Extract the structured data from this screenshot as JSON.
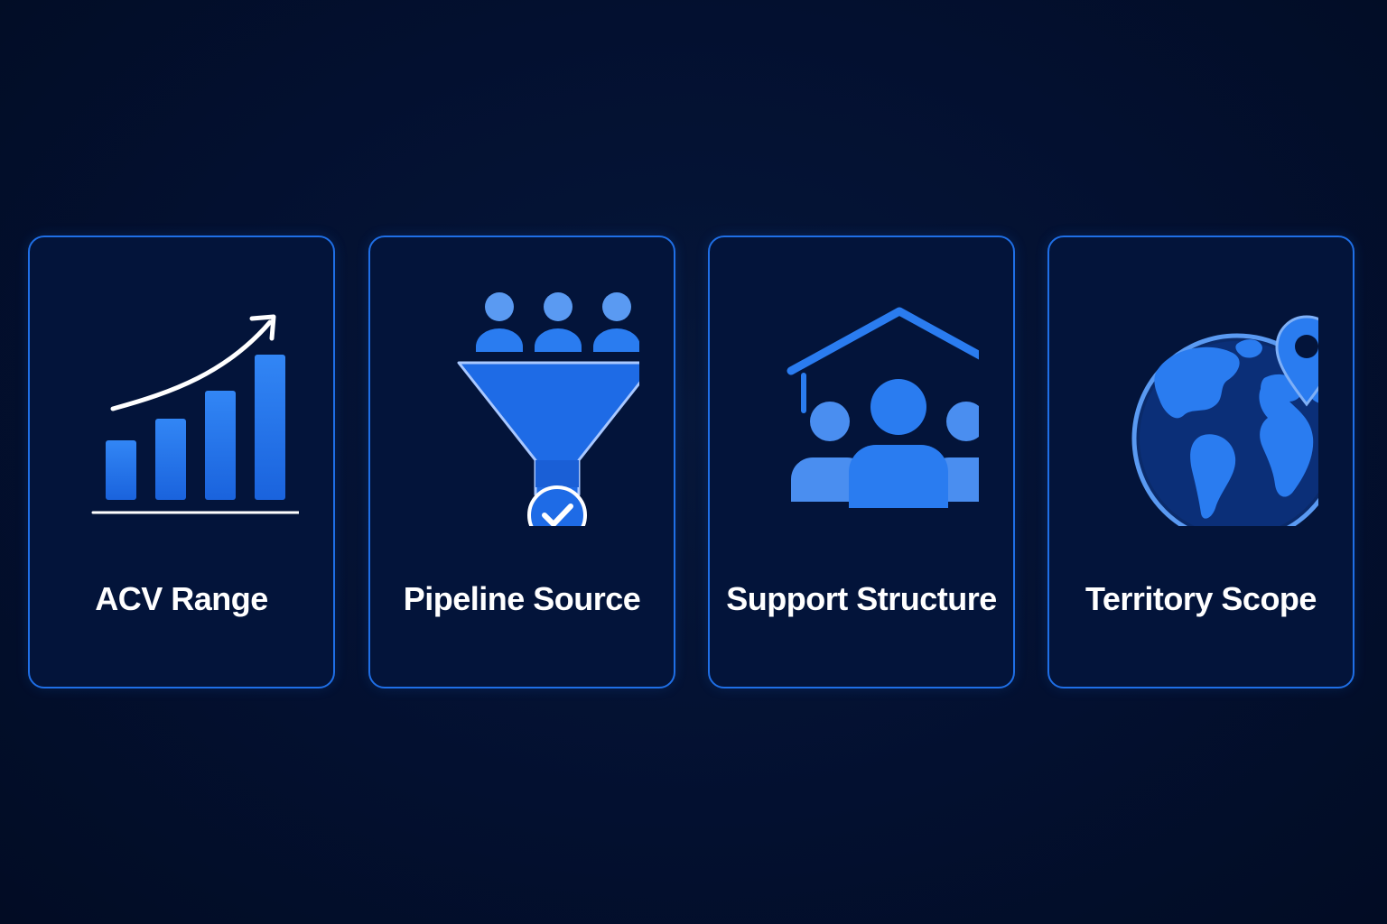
{
  "colors": {
    "background": "#03112e",
    "card_border": "#1f6fe6",
    "icon_blue": "#2a7cf0",
    "icon_light": "#5a9af2",
    "text": "#ffffff"
  },
  "cards": [
    {
      "label": "ACV Range",
      "icon": "bar-chart-growth-icon"
    },
    {
      "label": "Pipeline Source",
      "icon": "funnel-people-check-icon"
    },
    {
      "label": "Support Structure",
      "icon": "team-under-roof-icon"
    },
    {
      "label": "Territory Scope",
      "icon": "globe-location-pin-icon"
    }
  ]
}
